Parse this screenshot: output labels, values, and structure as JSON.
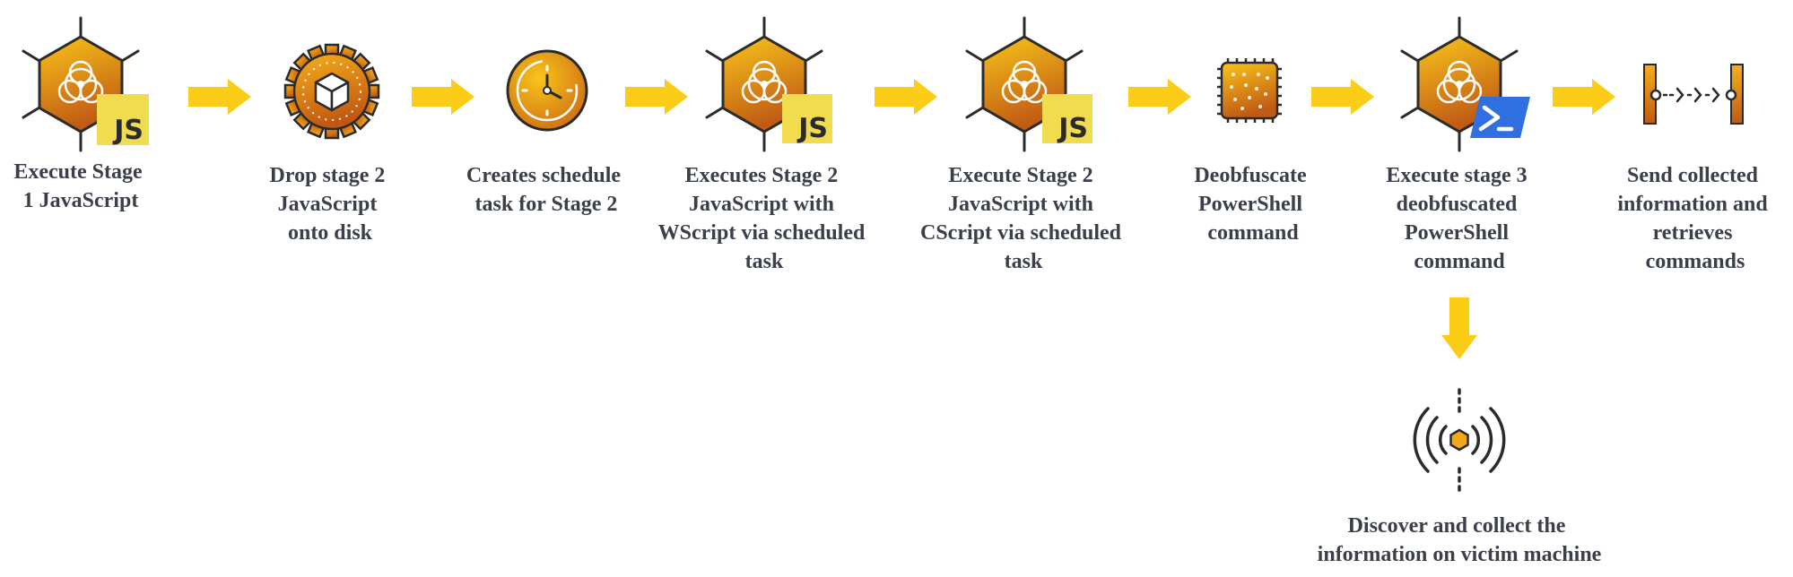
{
  "colors": {
    "arrow": "#fbcd17",
    "outline": "#2b2b2b",
    "grad_light": "#f9c51a",
    "grad_dark": "#c05a14",
    "js_badge": "#f0dc4e",
    "js_text": "#2b2b2b",
    "powershell": "#2f6fe0",
    "text": "#3a3f49"
  },
  "steps": [
    {
      "id": "step1",
      "icon": "biohazard-js-icon",
      "badge_text": "JS",
      "label_lines": [
        "Execute Stage",
        "1 JavaScript"
      ]
    },
    {
      "id": "step2",
      "icon": "gear-cube-icon",
      "label_lines": [
        "Drop stage 2",
        "JavaScript",
        "onto disk"
      ]
    },
    {
      "id": "step3",
      "icon": "clock-icon",
      "label_lines": [
        "Creates schedule",
        "task for Stage 2"
      ]
    },
    {
      "id": "step4",
      "icon": "biohazard-js-icon",
      "badge_text": "JS",
      "label_lines": [
        "Executes Stage 2",
        "JavaScript with",
        "WScript via scheduled",
        "task"
      ]
    },
    {
      "id": "step5",
      "icon": "biohazard-js-icon",
      "badge_text": "JS",
      "label_lines": [
        "Execute Stage 2",
        "JavaScript with",
        "CScript via scheduled",
        "task"
      ]
    },
    {
      "id": "step6",
      "icon": "chip-icon",
      "label_lines": [
        "Deobfuscate",
        "PowerShell",
        "command"
      ]
    },
    {
      "id": "step7",
      "icon": "biohazard-powershell-icon",
      "label_lines": [
        "Execute stage 3",
        "deobfuscated",
        "PowerShell",
        "command"
      ]
    },
    {
      "id": "step8",
      "icon": "data-transfer-icon",
      "label_lines": [
        "Send collected",
        "information and",
        "retrieves",
        "commands"
      ]
    },
    {
      "id": "step9",
      "icon": "signal-broadcast-icon",
      "label_lines": [
        "Discover and collect the",
        "information on victim machine"
      ]
    }
  ],
  "arrows": [
    {
      "from": "step1",
      "to": "step2",
      "direction": "right"
    },
    {
      "from": "step2",
      "to": "step3",
      "direction": "right"
    },
    {
      "from": "step3",
      "to": "step4",
      "direction": "right"
    },
    {
      "from": "step4",
      "to": "step5",
      "direction": "right"
    },
    {
      "from": "step5",
      "to": "step6",
      "direction": "right"
    },
    {
      "from": "step6",
      "to": "step7",
      "direction": "right"
    },
    {
      "from": "step7",
      "to": "step8",
      "direction": "right"
    },
    {
      "from": "step7",
      "to": "step9",
      "direction": "down"
    }
  ]
}
